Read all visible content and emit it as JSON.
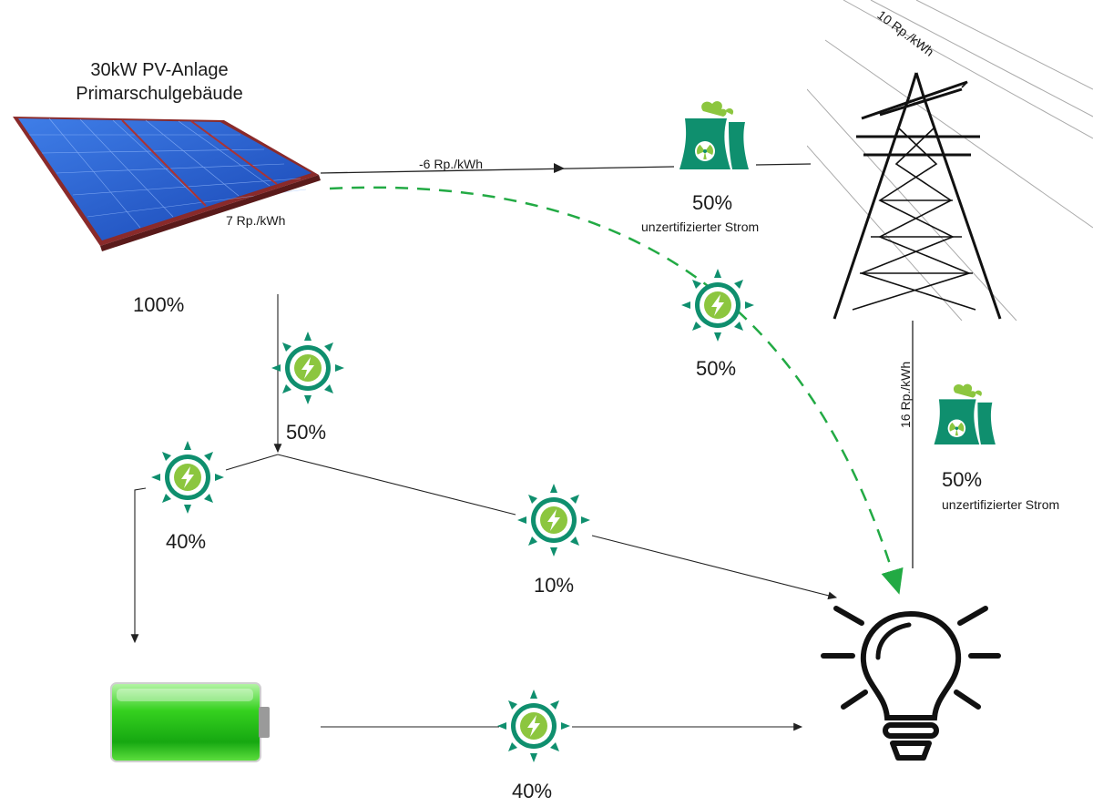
{
  "pv_system": {
    "title_line1": "30kW PV-Anlage",
    "title_line2": "Primarschulgebäude",
    "cost": "7 Rp./kWh",
    "share": "100%"
  },
  "export_price": "-6 Rp./kWh",
  "grid": {
    "feed_in_price": "10 Rp./kWh",
    "supply_price": "16 Rp./kWh",
    "mix_upper": {
      "percent": "50%",
      "label": "unzertifizierter Strom"
    },
    "mix_lower": {
      "percent": "50%",
      "label": "unzertifizierter Strom"
    }
  },
  "flows": {
    "direct_to_lamp": "50%",
    "self_use": "50%",
    "to_battery": "40%",
    "direct_consumption": "10%",
    "battery_to_lamp": "40%"
  },
  "colors": {
    "green_dark": "#0f8f6e",
    "green_light": "#8cc63f",
    "dashed_arrow": "#22aa44",
    "battery": "#2ed12e",
    "panel": "#1f57c8"
  },
  "icons": {
    "pv": "solar-panel-icon",
    "grid": "power-tower-icon",
    "plant": "nuclear-plant-icon",
    "green_energy": "green-energy-sun-icon",
    "battery": "battery-icon",
    "consumer": "light-bulb-icon"
  }
}
